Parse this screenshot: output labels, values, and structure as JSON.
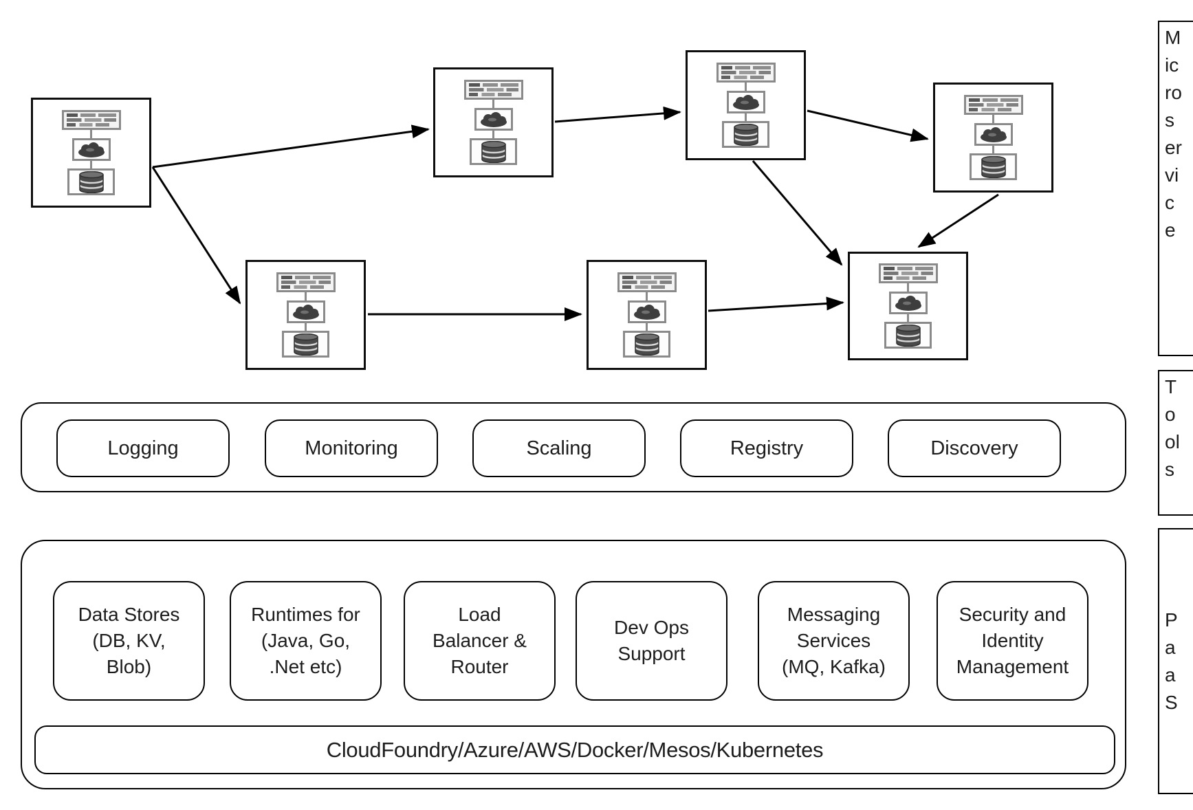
{
  "side_labels": {
    "microservice": "Microservice",
    "tools": "Tools",
    "paas": "PaaS"
  },
  "microservices": {
    "nodes": [
      {
        "id": "service-1",
        "icons": [
          "spec-panel-icon",
          "cloud-icon",
          "database-icon"
        ]
      },
      {
        "id": "service-2",
        "icons": [
          "spec-panel-icon",
          "cloud-icon",
          "database-icon"
        ]
      },
      {
        "id": "service-3",
        "icons": [
          "spec-panel-icon",
          "cloud-icon",
          "database-icon"
        ]
      },
      {
        "id": "service-4",
        "icons": [
          "spec-panel-icon",
          "cloud-icon",
          "database-icon"
        ]
      },
      {
        "id": "service-5",
        "icons": [
          "spec-panel-icon",
          "cloud-icon",
          "database-icon"
        ]
      },
      {
        "id": "service-6",
        "icons": [
          "spec-panel-icon",
          "cloud-icon",
          "database-icon"
        ]
      },
      {
        "id": "service-7",
        "icons": [
          "spec-panel-icon",
          "cloud-icon",
          "database-icon"
        ]
      }
    ],
    "edges": [
      {
        "from": "service-1",
        "to": "service-2"
      },
      {
        "from": "service-1",
        "to": "service-5"
      },
      {
        "from": "service-2",
        "to": "service-3"
      },
      {
        "from": "service-3",
        "to": "service-4"
      },
      {
        "from": "service-3",
        "to": "service-7"
      },
      {
        "from": "service-4",
        "to": "service-7"
      },
      {
        "from": "service-5",
        "to": "service-6"
      },
      {
        "from": "service-6",
        "to": "service-7"
      }
    ]
  },
  "tools": {
    "items": [
      "Logging",
      "Monitoring",
      "Scaling",
      "Registry",
      "Discovery"
    ]
  },
  "paas": {
    "items": [
      "Data Stores\n(DB, KV,\nBlob)",
      "Runtimes for\n(Java, Go,\n.Net etc)",
      "Load\nBalancer &\nRouter",
      "Dev Ops\nSupport",
      "Messaging\nServices\n(MQ, Kafka)",
      "Security and\nIdentity\nManagement"
    ],
    "platform_bar": "CloudFoundry/Azure/AWS/Docker/Mesos/Kubernetes"
  },
  "colors": {
    "line": "#000000",
    "icon_border": "#8a8a8a",
    "icon_fill": "#3e3e3e"
  }
}
